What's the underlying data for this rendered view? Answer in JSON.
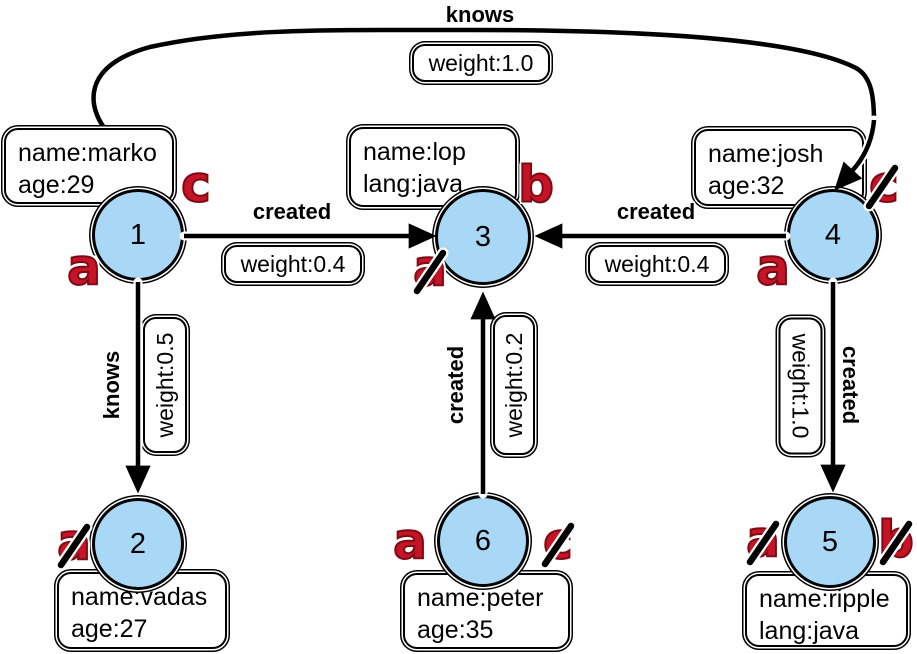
{
  "colors": {
    "node_fill": "#a9d8f6",
    "node_border": "#000000",
    "annotation_red": "#c41425",
    "annotation_red_dark": "#7e0a16"
  },
  "nodes": {
    "v1": {
      "id": "1",
      "prop1": "name:marko",
      "prop2": "age:29"
    },
    "v2": {
      "id": "2",
      "prop1": "name:vadas",
      "prop2": "age:27"
    },
    "v3": {
      "id": "3",
      "prop1": "name:lop",
      "prop2": "lang:java"
    },
    "v4": {
      "id": "4",
      "prop1": "name:josh",
      "prop2": "age:32"
    },
    "v5": {
      "id": "5",
      "prop1": "name:ripple",
      "prop2": "lang:java"
    },
    "v6": {
      "id": "6",
      "prop1": "name:peter",
      "prop2": "age:35"
    }
  },
  "edges": {
    "e_1_4": {
      "label": "knows",
      "weight": "weight:1.0"
    },
    "e_1_3": {
      "label": "created",
      "weight": "weight:0.4"
    },
    "e_4_3": {
      "label": "created",
      "weight": "weight:0.4"
    },
    "e_1_2": {
      "label": "knows",
      "weight": "weight:0.5"
    },
    "e_6_3": {
      "label": "created",
      "weight": "weight:0.2"
    },
    "e_4_5": {
      "label": "created",
      "weight": "weight:1.0"
    }
  },
  "annotations": {
    "v1_top": {
      "letter": "c",
      "struck": false
    },
    "v1_bottom": {
      "letter": "a",
      "struck": false
    },
    "v3_top": {
      "letter": "b",
      "struck": false
    },
    "v3_bottom": {
      "letter": "a",
      "struck": true
    },
    "v4_top": {
      "letter": "c",
      "struck": true
    },
    "v4_bottom": {
      "letter": "a",
      "struck": false
    },
    "v2_left": {
      "letter": "a",
      "struck": true
    },
    "v6_left": {
      "letter": "a",
      "struck": false
    },
    "v6_right": {
      "letter": "c",
      "struck": true
    },
    "v5_left": {
      "letter": "a",
      "struck": true
    },
    "v5_right": {
      "letter": "b",
      "struck": true
    }
  }
}
